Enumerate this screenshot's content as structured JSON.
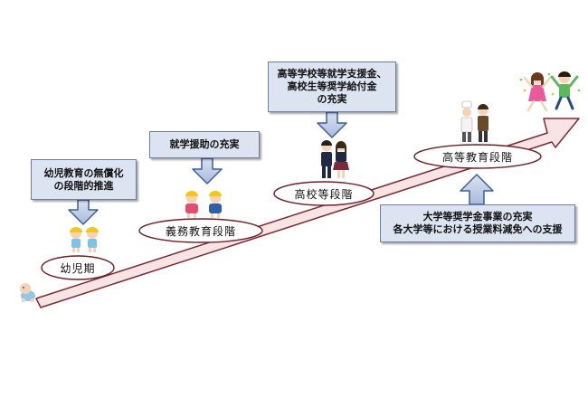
{
  "stages": [
    {
      "id": "preschool",
      "label": "幼児期"
    },
    {
      "id": "compulsory",
      "label": "義務教育段階"
    },
    {
      "id": "highschool",
      "label": "高校等段階"
    },
    {
      "id": "higher",
      "label": "高等教育段階"
    }
  ],
  "policies": {
    "preschool": {
      "lines": [
        "幼児教育の無償化",
        "の段階的推進"
      ]
    },
    "compulsory": {
      "lines": [
        "就学援助の充実"
      ]
    },
    "highschool": {
      "lines": [
        "高等学校等就学支援金、",
        "高校生等奨学給付金",
        "の充実"
      ]
    },
    "higher": {
      "lines": [
        "大学等奨学金事業の充実",
        "各大学等における授業料減免への支援"
      ]
    }
  },
  "colors": {
    "arrow_fill": "#f8e3e5",
    "arrow_stroke": "#7a2a32",
    "box_fill": "#dde4f1",
    "box_stroke": "#6d7f9e",
    "callout_arrow": "#3b5e9c"
  }
}
